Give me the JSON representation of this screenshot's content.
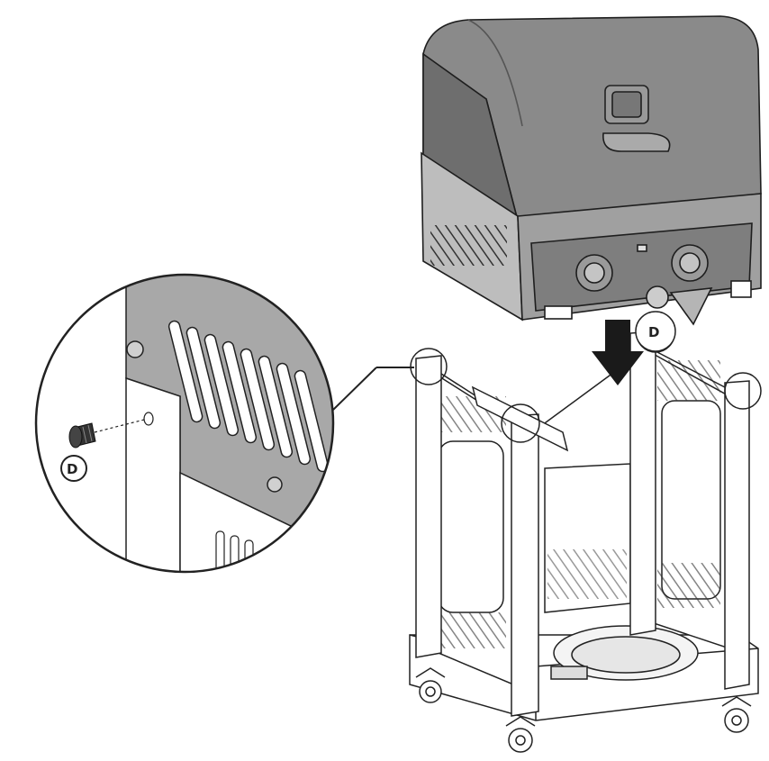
{
  "callouts": {
    "screw_label": "D",
    "bracket_label": "D"
  },
  "colors": {
    "grill_body": "#8a8a8a",
    "grill_lid": "#7a7a7a",
    "outline": "#222222",
    "arrow": "#1a1a1a",
    "cart": "#ffffff"
  },
  "icons": [
    "down-arrow-icon",
    "magnifier-detail-circle",
    "screw-icon"
  ]
}
